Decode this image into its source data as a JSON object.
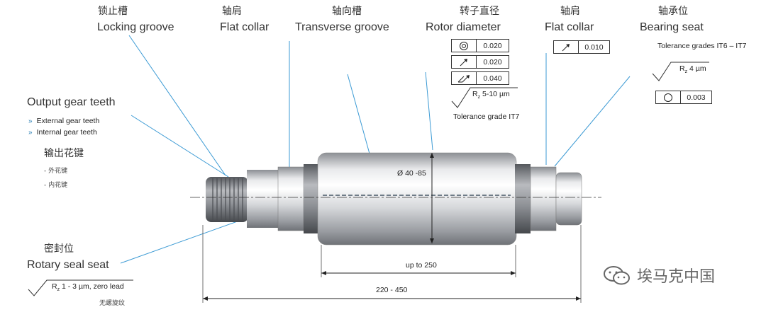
{
  "labels": {
    "locking_groove": {
      "cn": "锁止槽",
      "en": "Locking groove"
    },
    "flat_collar_left": {
      "cn": "轴肩",
      "en": "Flat collar"
    },
    "transverse_groove": {
      "cn": "轴向槽",
      "en": "Transverse groove"
    },
    "rotor_diameter": {
      "cn": "转子直径",
      "en": "Rotor diameter"
    },
    "flat_collar_right": {
      "cn": "轴肩",
      "en": "Flat collar"
    },
    "bearing_seat": {
      "cn": "轴承位",
      "en": "Bearing seat"
    },
    "output_gear": {
      "en": "Output gear teeth",
      "items": [
        "External gear teeth",
        "Internal gear teeth"
      ],
      "cn": "输出花键",
      "cn_items": [
        "- 外花键",
        "- 内花键"
      ]
    },
    "rotary_seal": {
      "cn": "密封位",
      "en": "Rotary seal seat"
    }
  },
  "rotor_tolerances": [
    {
      "symbol": "circularity-concentric-icon",
      "value": "0.020"
    },
    {
      "symbol": "runout-icon",
      "value": "0.020"
    },
    {
      "symbol": "total-runout-icon",
      "value": "0.040"
    }
  ],
  "rotor_roughness": {
    "rz": "R",
    "sub": "z",
    "value": " 5-10 µm"
  },
  "rotor_grade": "Tolerance grade IT7",
  "collar_tolerance": {
    "symbol": "runout-icon",
    "value": "0.010"
  },
  "bearing_grade": "Tolerance grades IT6 – IT7",
  "bearing_roughness": {
    "rz": "R",
    "sub": "z",
    "value": " 4 µm"
  },
  "bearing_tolerance": {
    "symbol": "circularity-icon",
    "value": "0.003"
  },
  "seal_roughness": {
    "rz": "R",
    "sub": "z",
    "value": " 1 - 3 µm,  zero lead"
  },
  "seal_note": "无螺旋纹",
  "dimensions": {
    "diameter": "Ø 40 -85",
    "rotor_length": "up to 250",
    "total_length": "220 - 450"
  },
  "watermark": {
    "text": "埃马克中国"
  }
}
